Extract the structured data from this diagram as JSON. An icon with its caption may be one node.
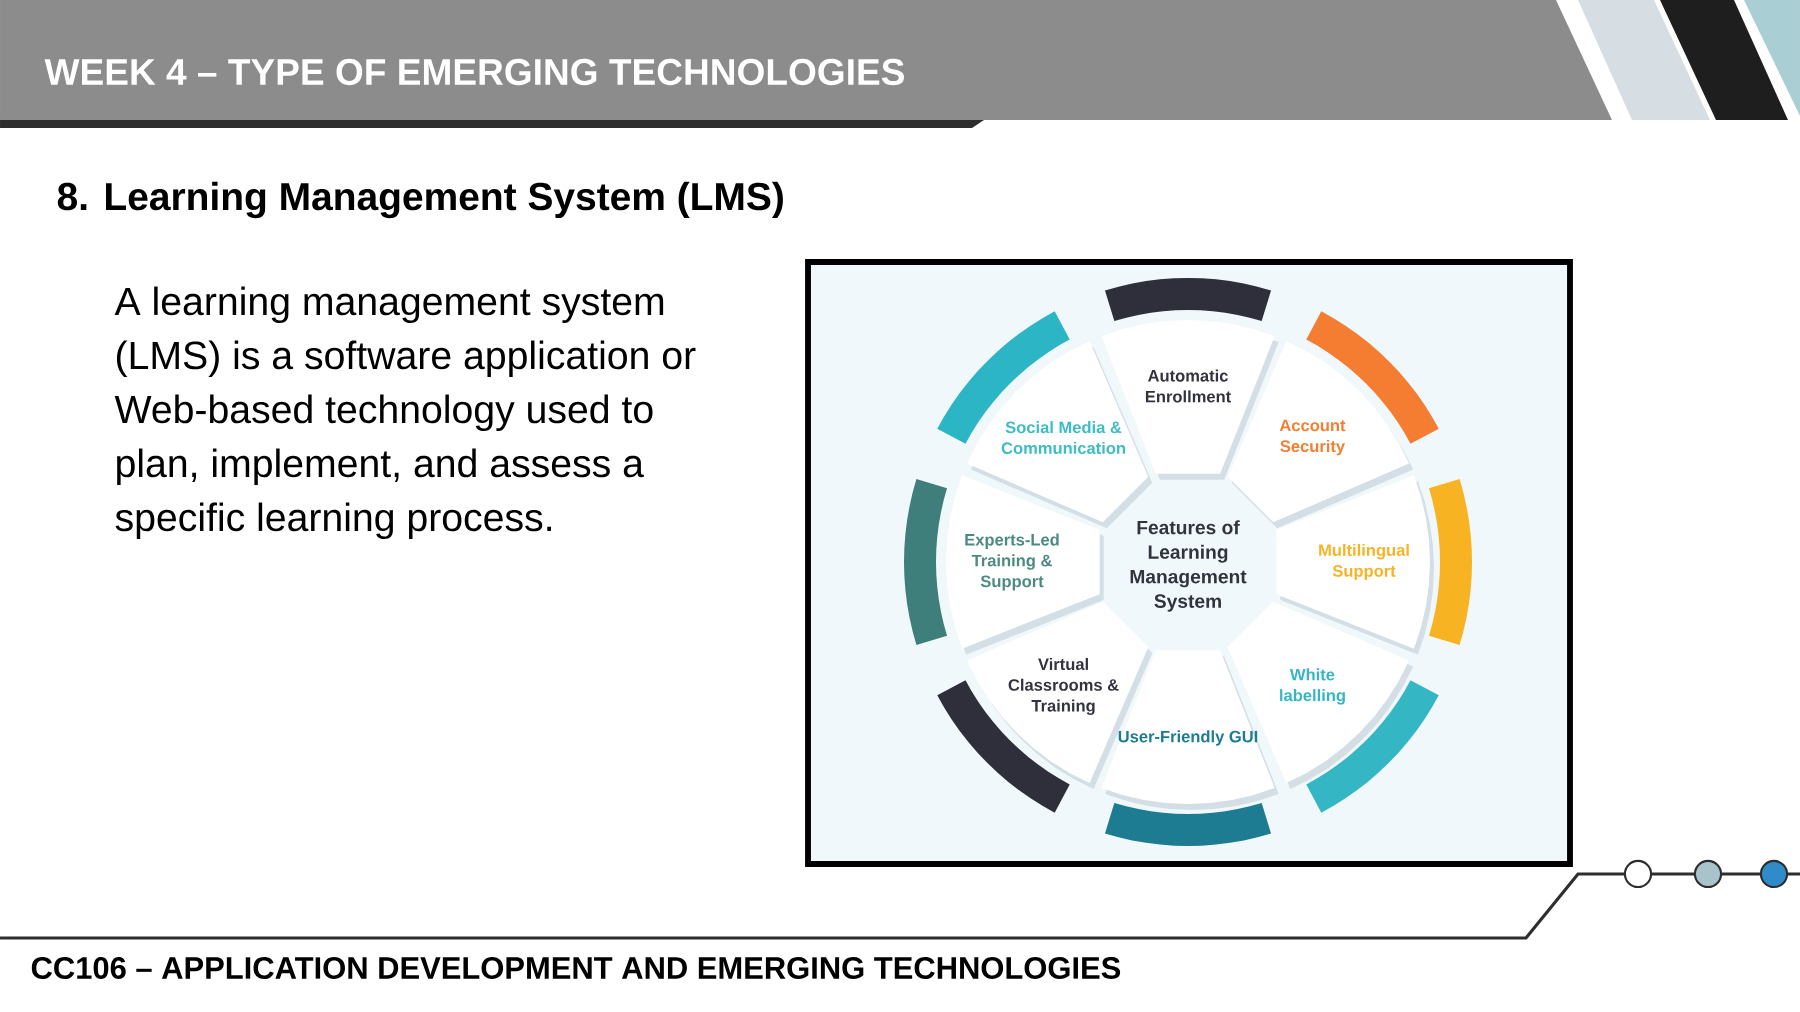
{
  "diagram": {
    "title": "WEEK 4 – TYPE OF EMERGING TECHNOLOGIES",
    "nodes": [
      {
        "text": [
          "Features of Learning Management System"
        ]
      },
      {
        "text": [
          "Automatic Enrollment"
        ]
      },
      {
        "text": [
          "Account Security"
        ]
      },
      {
        "text": [
          "Multilingual Support"
        ]
      },
      {
        "text": [
          "White labelling"
        ]
      },
      {
        "text": [
          "User-Friendly GUI"
        ]
      },
      {
        "text": [
          "Virtual Classrooms & Training"
        ]
      },
      {
        "text": [
          "Experts-Led Training & Support"
        ]
      },
      {
        "text": [
          "Social Media & Communication"
        ]
      }
    ],
    "labels": [
      "8. Learning Management System (LMS)",
      "A learning management system (LMS) is a software application or Web-based technology used to plan, implement, and assess a specific learning process.",
      "CC106 – APPLICATION DEVELOPMENT AND EMERGING TECHNOLOGIES"
    ]
  }
}
